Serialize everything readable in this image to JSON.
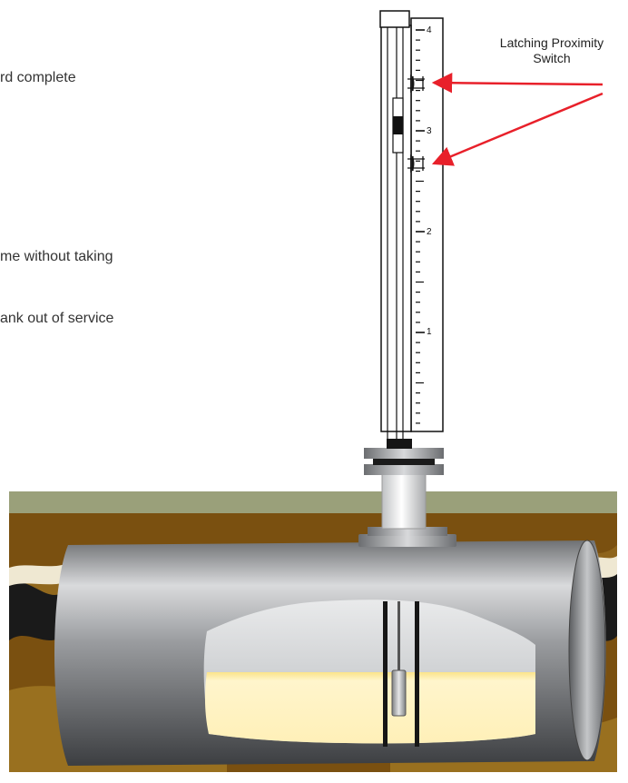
{
  "text_fragments": {
    "line1": "rd complete",
    "line2": "me without taking",
    "line3": "ank out of service"
  },
  "callout": {
    "line1": "Latching Proximity",
    "line2": "Switch"
  },
  "gauge": {
    "scale_labels": [
      "4",
      "3",
      "2",
      "1"
    ]
  },
  "colors": {
    "arrow": "#e8202a",
    "ground_top": "#9aa07a",
    "soil": "#7a5010",
    "tank_gray": "#8a8c8f",
    "liquid": "#fff3c4"
  }
}
